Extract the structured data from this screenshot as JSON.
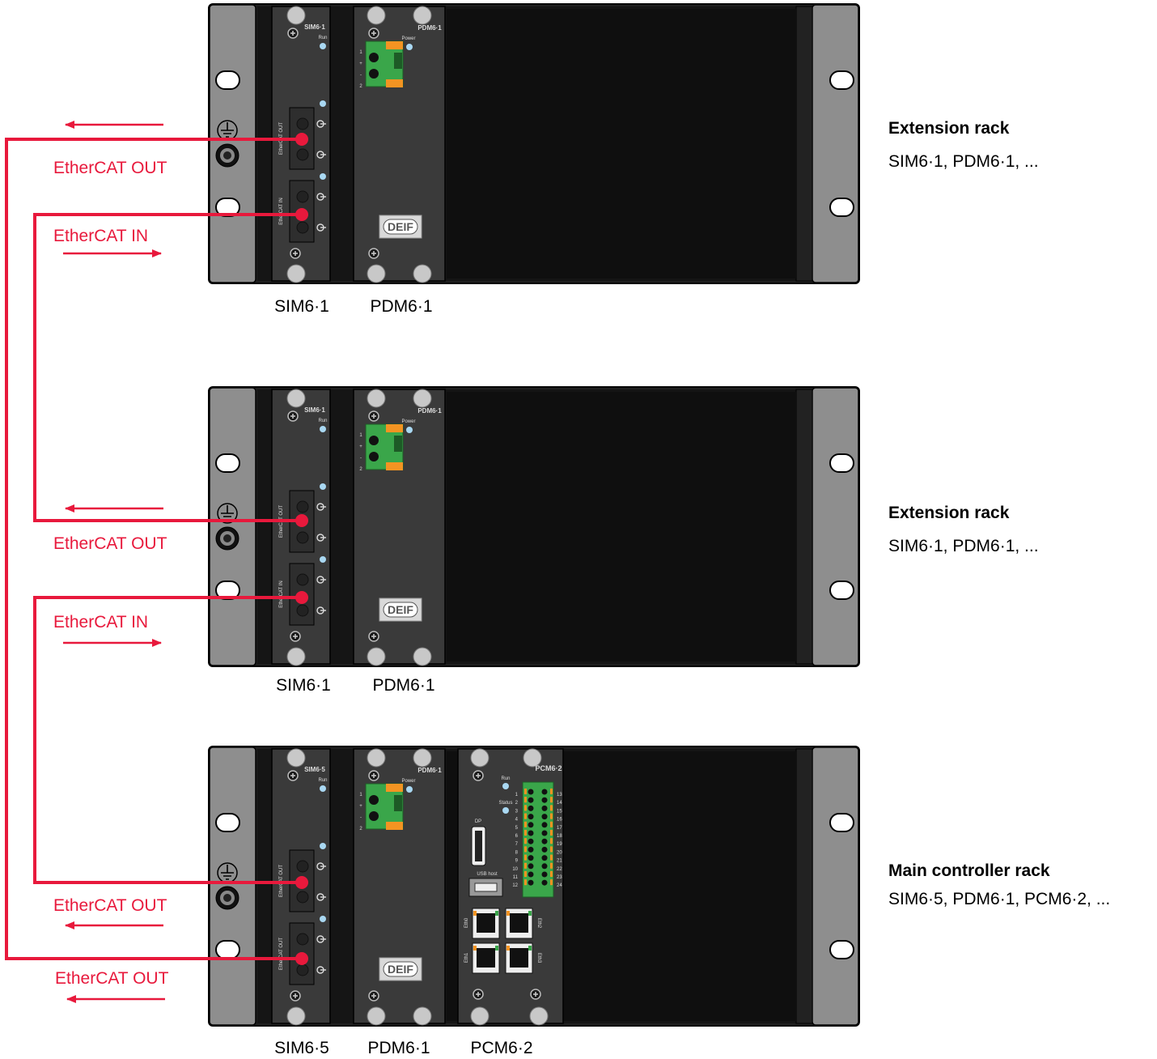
{
  "colors": {
    "cable": "#e8193c",
    "rack_frame": "#2a2a2a",
    "rack_ear": "#8e8e8e",
    "module_body": "#3a3a3a",
    "screw": "#c8c8c8",
    "led": "#a9d8f2",
    "connector_green": "#3aa64a",
    "connector_orange": "#f39422"
  },
  "racks": [
    {
      "id": "rack-1",
      "title": "Extension rack",
      "modules_text": "SIM6·1, PDM6·1, ...",
      "module_labels": [
        "SIM6·1",
        "PDM6·1"
      ],
      "sim": {
        "name": "SIM6·1",
        "run": "Run",
        "port_a": "EtherCAT OUT",
        "port_b": "EtherCAT IN"
      },
      "pdm": {
        "name": "PDM6·1",
        "power": "Power",
        "pins": [
          "1",
          "+",
          "-",
          "2"
        ],
        "logo": "DEIF"
      },
      "cable_labels": [
        "EtherCAT OUT",
        "EtherCAT IN"
      ]
    },
    {
      "id": "rack-2",
      "title": "Extension rack",
      "modules_text": "SIM6·1, PDM6·1, ...",
      "module_labels": [
        "SIM6·1",
        "PDM6·1"
      ],
      "sim": {
        "name": "SIM6·1",
        "run": "Run",
        "port_a": "EtherCAT OUT",
        "port_b": "EtherCAT IN"
      },
      "pdm": {
        "name": "PDM6·1",
        "power": "Power",
        "pins": [
          "1",
          "+",
          "-",
          "2"
        ],
        "logo": "DEIF"
      },
      "cable_labels": [
        "EtherCAT OUT",
        "EtherCAT IN"
      ]
    },
    {
      "id": "rack-3",
      "title": "Main controller rack",
      "modules_text": "SIM6·5, PDM6·1, PCM6·2, ...",
      "module_labels": [
        "SIM6·5",
        "PDM6·1",
        "PCM6·2"
      ],
      "sim": {
        "name": "SIM6·5",
        "run": "Run",
        "port_a": "EtherCAT OUT",
        "port_b": "EtherCAT OUT"
      },
      "pdm": {
        "name": "PDM6·1",
        "power": "Power",
        "pins": [
          "1",
          "+",
          "-",
          "2"
        ],
        "logo": "DEIF"
      },
      "pcm": {
        "name": "PCM6·2",
        "run": "Run",
        "status": "Status",
        "dp": "DP",
        "usb": "USB host",
        "eth": [
          "Eth0",
          "Eth2",
          "Eth1",
          "Eth3"
        ],
        "terminals_left": [
          "1",
          "2",
          "3",
          "4",
          "5",
          "6",
          "7",
          "8",
          "9",
          "10",
          "11",
          "12"
        ],
        "terminals_right": [
          "13",
          "14",
          "15",
          "16",
          "17",
          "18",
          "19",
          "20",
          "21",
          "22",
          "23",
          "24"
        ]
      },
      "cable_labels": [
        "EtherCAT OUT",
        "EtherCAT OUT"
      ]
    }
  ]
}
